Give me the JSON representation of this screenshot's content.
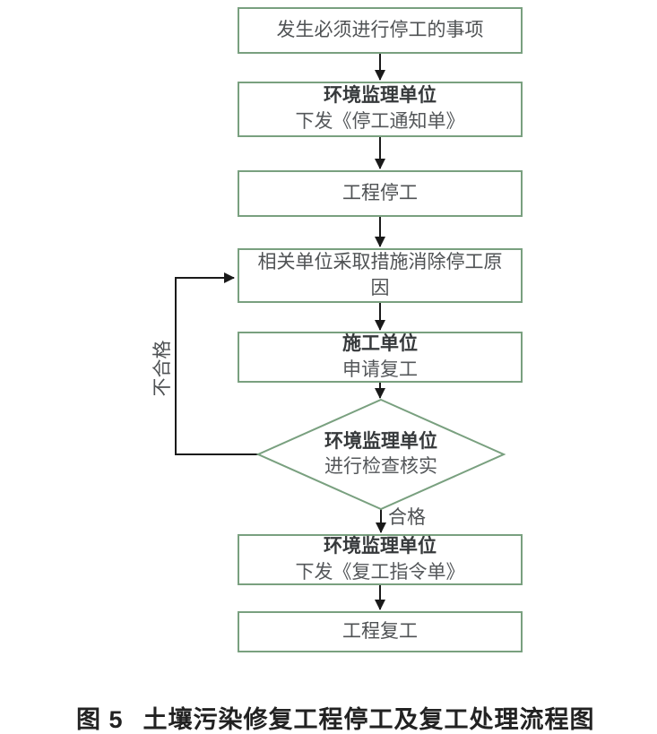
{
  "colors": {
    "box_border": "#79a07f",
    "connector": "#1a1a1a",
    "text": "#4f5254",
    "bold_text": "#36393b",
    "caption_text": "#222222"
  },
  "flow": {
    "box_event": {
      "text": "发生必须进行停工的事项"
    },
    "box_notice": {
      "title": "环境监理单位",
      "subtitle": "下发《停工通知单》"
    },
    "box_stop": {
      "text": "工程停工"
    },
    "box_eliminate": {
      "text": "相关单位采取措施消除停工原因"
    },
    "box_apply": {
      "title": "施工单位",
      "subtitle": "申请复工"
    },
    "decision_check": {
      "title": "环境监理单位",
      "subtitle": "进行检查核实"
    },
    "label_pass": "合格",
    "label_fail": "不合格",
    "box_resume_order": {
      "title": "环境监理单位",
      "subtitle": "下发《复工指令单》"
    },
    "box_resume": {
      "text": "工程复工"
    }
  },
  "caption": {
    "figure_label": "图 5",
    "title": "土壤污染修复工程停工及复工处理流程图"
  }
}
